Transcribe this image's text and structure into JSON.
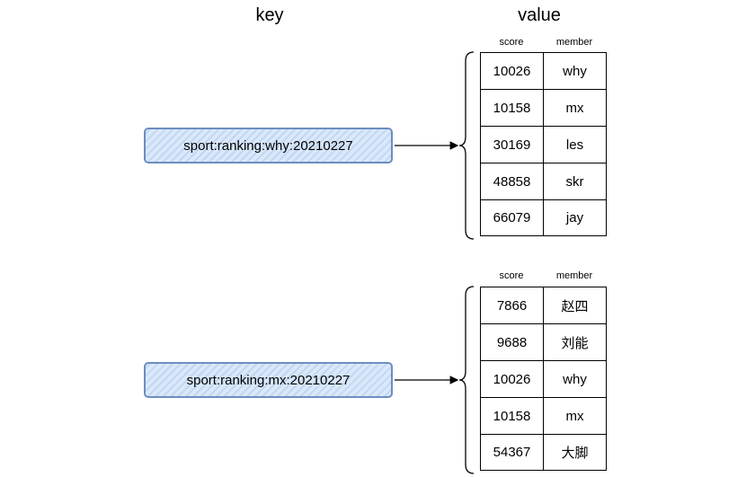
{
  "headings": {
    "key": "key",
    "value": "value"
  },
  "column_headers": {
    "score": "score",
    "member": "member"
  },
  "entries": [
    {
      "key": "sport:ranking:why:20210227",
      "rows": [
        {
          "score": "10026",
          "member": "why"
        },
        {
          "score": "10158",
          "member": "mx"
        },
        {
          "score": "30169",
          "member": "les"
        },
        {
          "score": "48858",
          "member": "skr"
        },
        {
          "score": "66079",
          "member": "jay"
        }
      ]
    },
    {
      "key": "sport:ranking:mx:20210227",
      "rows": [
        {
          "score": "7866",
          "member": "赵四"
        },
        {
          "score": "9688",
          "member": "刘能"
        },
        {
          "score": "10026",
          "member": "why"
        },
        {
          "score": "10158",
          "member": "mx"
        },
        {
          "score": "54367",
          "member": "大脚"
        }
      ]
    }
  ],
  "colors": {
    "key_fill": "#dae8fc",
    "key_stroke": "#6c8ebf",
    "line": "#000000"
  }
}
